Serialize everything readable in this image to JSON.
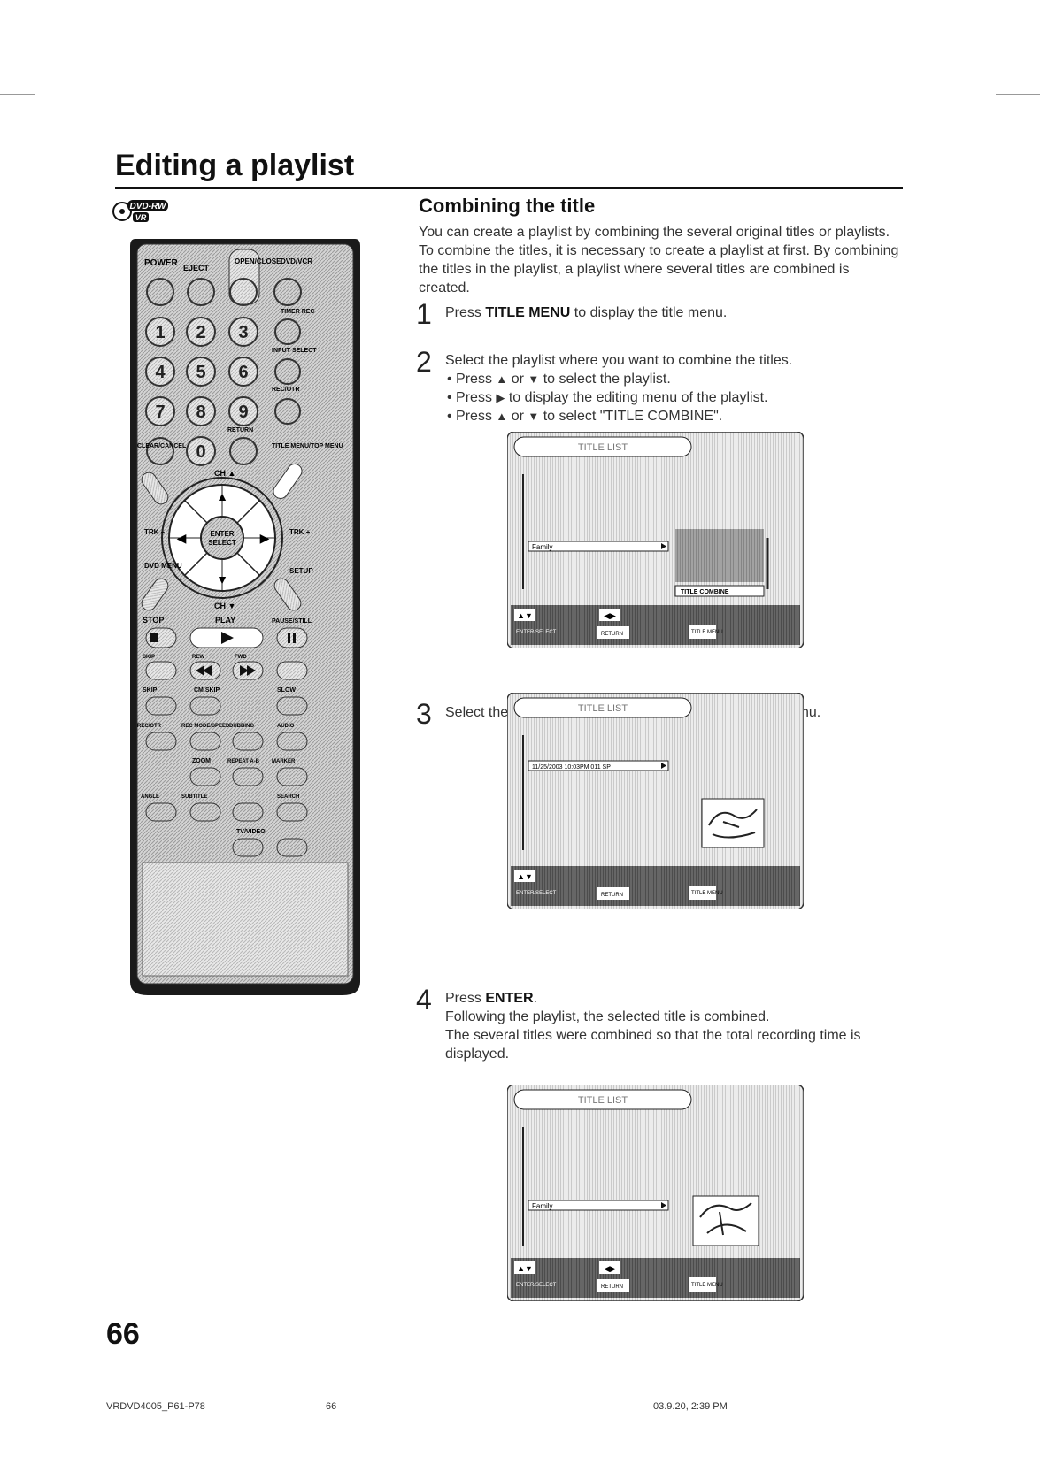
{
  "page": {
    "title": "Editing a playlist",
    "disc_badge": {
      "line1": "DVD-RW",
      "line2": "VR"
    },
    "page_number": "66"
  },
  "section": {
    "heading": "Combining the title",
    "intro": "You can create a playlist by combining the several original titles or playlists. To combine the titles, it is necessary to create a playlist at first. By combining the titles in the playlist, a playlist where several titles are combined is created."
  },
  "steps": [
    {
      "num": "1",
      "pre": "Press ",
      "bold": "TITLE MENU",
      "post": " to display the title menu."
    },
    {
      "num": "2",
      "text": "Select the playlist where you want to combine the titles.",
      "bullets": [
        {
          "pre": "Press ",
          "g1": "▲",
          "mid": " or ",
          "g2": "▼",
          "post": " to select the playlist."
        },
        {
          "pre": "Press ",
          "g1": "▶",
          "post": " to display the editing menu of the playlist."
        },
        {
          "pre": "Press ",
          "g1": "▲",
          "mid": " or ",
          "g2": "▼",
          "post": " to select \"TITLE COMBINE\"."
        }
      ]
    },
    {
      "num": "3",
      "text": "Select the title that you want to combine from the title menu."
    },
    {
      "num": "4",
      "pre": "Press ",
      "bold": "ENTER",
      "post": ".",
      "lines": [
        "Following the playlist, the selected title is combined.",
        "The several titles were combined so that the total recording time is displayed."
      ]
    }
  ],
  "remote": {
    "top_labels": [
      "POWER",
      "EJECT",
      "OPEN/CLOSE",
      "DVD/VCR"
    ],
    "digits": [
      "1",
      "2",
      "3",
      "4",
      "5",
      "6",
      "7",
      "8",
      "9",
      "0"
    ],
    "side_labels": [
      "TIMER REC",
      "INPUT SELECT",
      "REC/OTR",
      "RETURN"
    ],
    "mid_labels": [
      "CLEAR/CANCEL",
      "TITLE MENU/TOP MENU",
      "CH ▲",
      "CH ▼",
      "TRK –",
      "TRK +",
      "DVD MENU",
      "SETUP"
    ],
    "nav": {
      "up": "▲",
      "down": "▼",
      "left": "◀",
      "right": "▶",
      "center_line1": "ENTER",
      "center_line2": "SELECT"
    },
    "transport_labels": [
      "STOP",
      "PLAY",
      "PAUSE/STILL",
      "SKIP",
      "REW",
      "FWD",
      "CM SKIP",
      "SLOW"
    ],
    "lower_labels": [
      "REC/OTR",
      "REC MODE/SPEED",
      "DUBBING",
      "AUDIO",
      "ZOOM",
      "REPEAT A-B",
      "MARKER",
      "ANGLE",
      "SUBTITLE",
      "TV/VIDEO",
      "SEARCH"
    ]
  },
  "screens": [
    {
      "header": "TITLE LIST",
      "selected_row": "Family",
      "submenu": "TITLE COMBINE",
      "bottom_labels": [
        "ENTER/SELECT",
        "RETURN",
        "TITLE MENU"
      ]
    },
    {
      "header": "TITLE LIST",
      "selected_row": "11/25/2003 10:03PM 011 SP",
      "bottom_labels": [
        "ENTER/SELECT",
        "RETURN",
        "TITLE MENU"
      ]
    },
    {
      "header": "TITLE LIST",
      "selected_row": "Family",
      "bottom_labels": [
        "ENTER/SELECT",
        "RETURN",
        "TITLE MENU"
      ]
    }
  ],
  "footer": {
    "file": "VRDVD4005_P61-P78",
    "page": "66",
    "timestamp": "03.9.20, 2:39 PM"
  }
}
